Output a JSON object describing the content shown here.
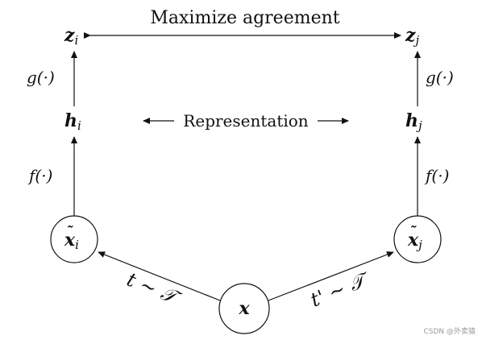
{
  "top_label": "Maximize agreement",
  "middle_label": "Representation",
  "nodes": {
    "z_i": {
      "base": "z",
      "sub": "i"
    },
    "z_j": {
      "base": "z",
      "sub": "j"
    },
    "h_i": {
      "base": "h",
      "sub": "i"
    },
    "h_j": {
      "base": "h",
      "sub": "j"
    },
    "xt_i": {
      "base": "x",
      "sub": "i",
      "tilde": "˜"
    },
    "xt_j": {
      "base": "x",
      "sub": "j",
      "tilde": "˜"
    },
    "x": {
      "base": "x"
    }
  },
  "functions": {
    "g_left": "g(·)",
    "g_right": "g(·)",
    "f_left": "f(·)",
    "f_right": "f(·)"
  },
  "transforms": {
    "left": "t ∼ 𝒯",
    "right": "t' ∼ 𝒯"
  },
  "watermark": "CSDN @外卖猿"
}
